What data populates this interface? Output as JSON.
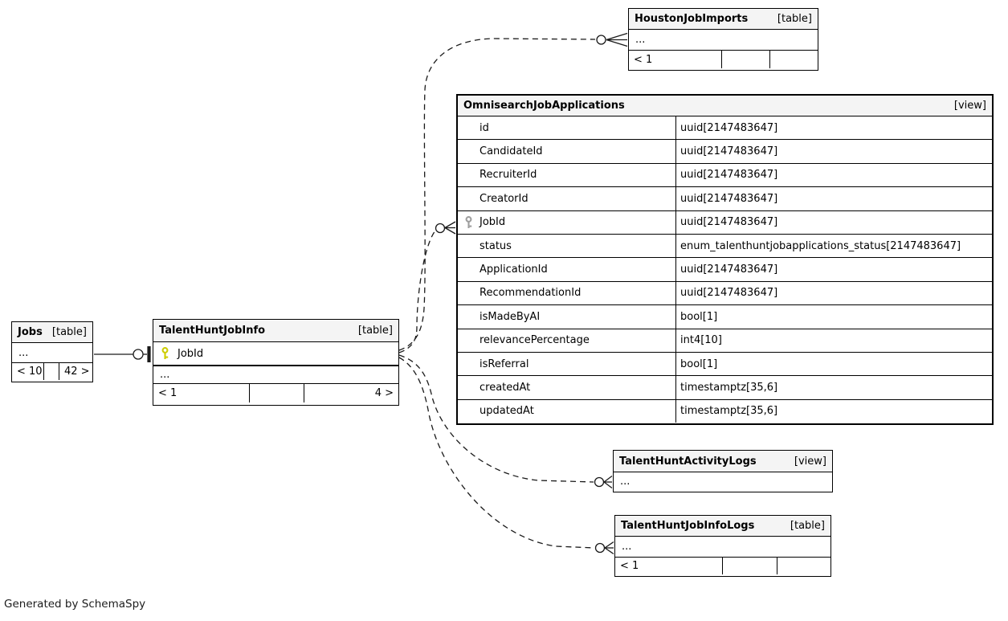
{
  "footer_note": "Generated by SchemaSpy",
  "colors": {
    "header_bg": "#f4f4f4",
    "border": "#000000",
    "key_yellow": "#cccc00",
    "key_gray": "#9e9e9e",
    "wire": "#1a1a1a"
  },
  "tables": {
    "jobs": {
      "name": "Jobs",
      "kind": "[table]",
      "ellipsis": "...",
      "footer": [
        "< 10",
        "",
        "42 >"
      ]
    },
    "talent_hunt_job_info": {
      "name": "TalentHuntJobInfo",
      "kind": "[table]",
      "key_column": "JobId",
      "ellipsis": "...",
      "footer": [
        "< 1",
        "",
        "4 >"
      ]
    },
    "omnisearch": {
      "name": "OmnisearchJobApplications",
      "kind": "[view]",
      "columns": [
        {
          "name": "id",
          "type": "uuid[2147483647]",
          "key": false
        },
        {
          "name": "CandidateId",
          "type": "uuid[2147483647]",
          "key": false
        },
        {
          "name": "RecruiterId",
          "type": "uuid[2147483647]",
          "key": false
        },
        {
          "name": "CreatorId",
          "type": "uuid[2147483647]",
          "key": false
        },
        {
          "name": "JobId",
          "type": "uuid[2147483647]",
          "key": true
        },
        {
          "name": "status",
          "type": "enum_talenthuntjobapplications_status[2147483647]",
          "key": false
        },
        {
          "name": "ApplicationId",
          "type": "uuid[2147483647]",
          "key": false
        },
        {
          "name": "RecommendationId",
          "type": "uuid[2147483647]",
          "key": false
        },
        {
          "name": "isMadeByAI",
          "type": "bool[1]",
          "key": false
        },
        {
          "name": "relevancePercentage",
          "type": "int4[10]",
          "key": false
        },
        {
          "name": "isReferral",
          "type": "bool[1]",
          "key": false
        },
        {
          "name": "createdAt",
          "type": "timestamptz[35,6]",
          "key": false
        },
        {
          "name": "updatedAt",
          "type": "timestamptz[35,6]",
          "key": false
        }
      ]
    },
    "houston": {
      "name": "HoustonJobImports",
      "kind": "[table]",
      "ellipsis": "...",
      "footer": [
        "< 1",
        "",
        ""
      ]
    },
    "activity_logs": {
      "name": "TalentHuntActivityLogs",
      "kind": "[view]",
      "ellipsis": "..."
    },
    "job_info_logs": {
      "name": "TalentHuntJobInfoLogs",
      "kind": "[table]",
      "ellipsis": "...",
      "footer": [
        "< 1",
        "",
        ""
      ]
    }
  },
  "relationships": [
    {
      "from": "Jobs",
      "to": "TalentHuntJobInfo.JobId",
      "style": "solid"
    },
    {
      "from": "TalentHuntJobInfo.JobId",
      "to": "HoustonJobImports",
      "style": "dashed"
    },
    {
      "from": "TalentHuntJobInfo.JobId",
      "to": "OmnisearchJobApplications.JobId",
      "style": "dashed"
    },
    {
      "from": "TalentHuntJobInfo.JobId",
      "to": "TalentHuntActivityLogs",
      "style": "dashed"
    },
    {
      "from": "TalentHuntJobInfo.JobId",
      "to": "TalentHuntJobInfoLogs",
      "style": "dashed"
    }
  ]
}
